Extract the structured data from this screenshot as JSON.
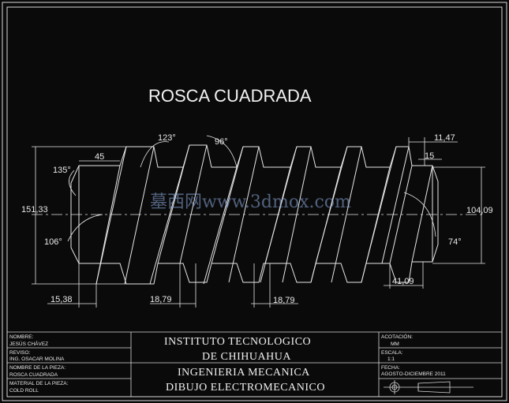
{
  "drawing": {
    "title": "ROSCA CUADRADA",
    "watermark": "墓西网www.3dmox.com",
    "dimensions": {
      "angle_top_left": "123°",
      "angle_top_right": "96°",
      "angle_left_upper": "135°",
      "angle_left_lower": "106°",
      "angle_right_lower": "74°",
      "top_width": "45",
      "left_height": "151,33",
      "right_height": "104,09",
      "top_right_a": "11,47",
      "top_right_b": "15",
      "bottom_left": "15,38",
      "bottom_mid_a": "18,79",
      "bottom_mid_b": "18,79",
      "bottom_right": "41,09"
    }
  },
  "title_block": {
    "nombre_label": "NOMBRE:",
    "nombre_value": "JESÚS CHÁVEZ",
    "reviso_label": "REVISO:",
    "reviso_value": "ING. OSACAR MOLINA",
    "pieza_label": "NOMBRE DE LA PIEZA:",
    "pieza_value": "ROSCA CUADRADA",
    "material_label": "MATERIAL DE LA PIEZA:",
    "material_value": "COLD ROLL",
    "institute_line1": "INSTITUTO TECNOLOGICO",
    "institute_line2": "DE CHIHUAHUA",
    "career_line1": "INGENIERIA  MECANICA",
    "career_line2": "DIBUJO ELECTROMECANICO",
    "acotacion_label": "ACOTACIÓN:",
    "acotacion_value": "MM",
    "escala_label": "ESCALA:",
    "escala_value": "1:1",
    "fecha_label": "FECHA:",
    "fecha_value": "AGOSTO-DICIEMBRE 2011"
  },
  "colors": {
    "background": "#0a0a0a",
    "lines": "#e6e6e6"
  }
}
